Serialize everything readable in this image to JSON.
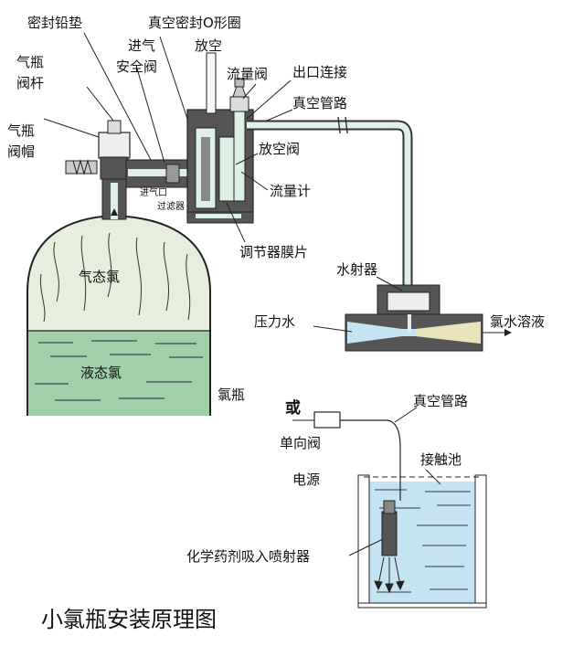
{
  "title": "小氯瓶安装原理图",
  "labels": {
    "sealing_gasket": "密封铅垫",
    "cylinder_valve_stem_1": "气瓶",
    "cylinder_valve_stem_2": "阀杆",
    "cylinder_valve_cap_1": "气瓶",
    "cylinder_valve_cap_2": "阀帽",
    "inlet_safety_valve_1": "进气",
    "inlet_safety_valve_2": "安全阀",
    "vacuum_seal_oring": "真空密封O形圈",
    "vent": "放空",
    "flow_valve": "流量阀",
    "outlet_connection": "出口连接",
    "vacuum_pipe_top": "真空管路",
    "vent_valve": "放空阀",
    "flowmeter": "流量计",
    "inlet_filter_1": "进气口",
    "inlet_filter_2": "过滤器",
    "regulator_diaphragm": "调节器膜片",
    "water_ejector": "水射器",
    "pressure_water": "压力水",
    "chlorine_solution": "氯水溶液",
    "gaseous_chlorine": "气态氯",
    "liquid_chlorine": "液态氯",
    "chlorine_cylinder": "氯瓶",
    "or": "或",
    "vacuum_pipe_bottom": "真空管路",
    "check_valve": "单向阀",
    "contact_tank": "接触池",
    "power_supply": "电源",
    "chemical_suction_ejector": "化学药剂吸入喷射器"
  },
  "colors": {
    "gas": "#e6eedd",
    "liquid": "#9fd0a8",
    "water": "#c4e4f3",
    "metal": "#555555",
    "pipe_inner": "#dff0e6"
  }
}
